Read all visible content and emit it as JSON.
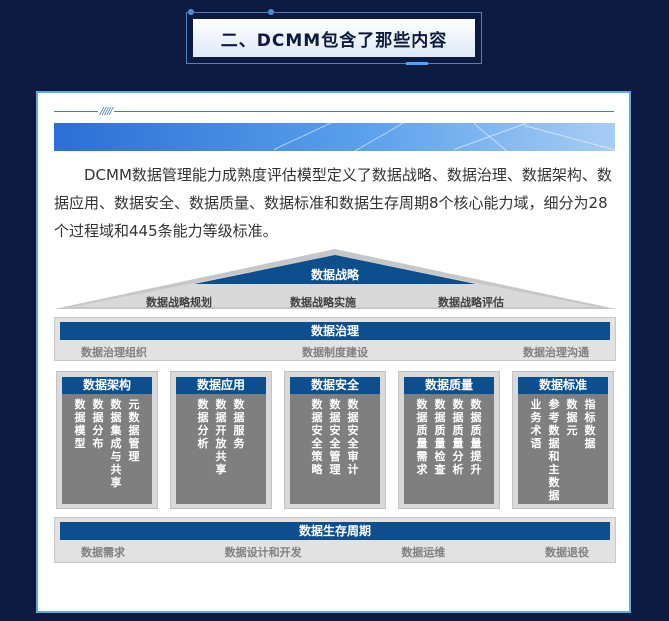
{
  "header": {
    "title": "二、DCMM包含了那些内容"
  },
  "intro": "DCMM数据管理能力成熟度评估模型定义了数据战略、数据治理、数据架构、数据应用、数据安全、数据质量、数据标准和数据生存周期8个核心能力域，细分为28个过程域和445条能力等级标准。",
  "diagram": {
    "strategy": {
      "title": "数据战略",
      "items": [
        "数据战略规划",
        "数据战略实施",
        "数据战略评估"
      ]
    },
    "governance": {
      "title": "数据治理",
      "items": [
        "数据治理组织",
        "数据制度建设",
        "数据治理沟通"
      ]
    },
    "columns": [
      {
        "title": "数据架构",
        "items": [
          "数据模型",
          "数据分布",
          "数据集成与共享",
          "元数据管理"
        ]
      },
      {
        "title": "数据应用",
        "items": [
          "数据分析",
          "数据开放共享",
          "数据服务"
        ]
      },
      {
        "title": "数据安全",
        "items": [
          "数据安全策略",
          "数据安全管理",
          "数据安全审计"
        ]
      },
      {
        "title": "数据质量",
        "items": [
          "数据质量需求",
          "数据质量检查",
          "数据质量分析",
          "数据质量提升"
        ]
      },
      {
        "title": "数据标准",
        "items": [
          "业务术语",
          "参考数据和主数据",
          "数据元",
          "指标数据"
        ]
      }
    ],
    "lifecycle": {
      "title": "数据生存周期",
      "items": [
        "数据需求",
        "数据设计和开发",
        "数据运维",
        "数据退役"
      ]
    }
  },
  "colors": {
    "page_bg": "#0b1a3e",
    "accent_blue": "#0d4f8e",
    "banner_blue": "#2b6fd6",
    "border": "#5fa9e6"
  }
}
